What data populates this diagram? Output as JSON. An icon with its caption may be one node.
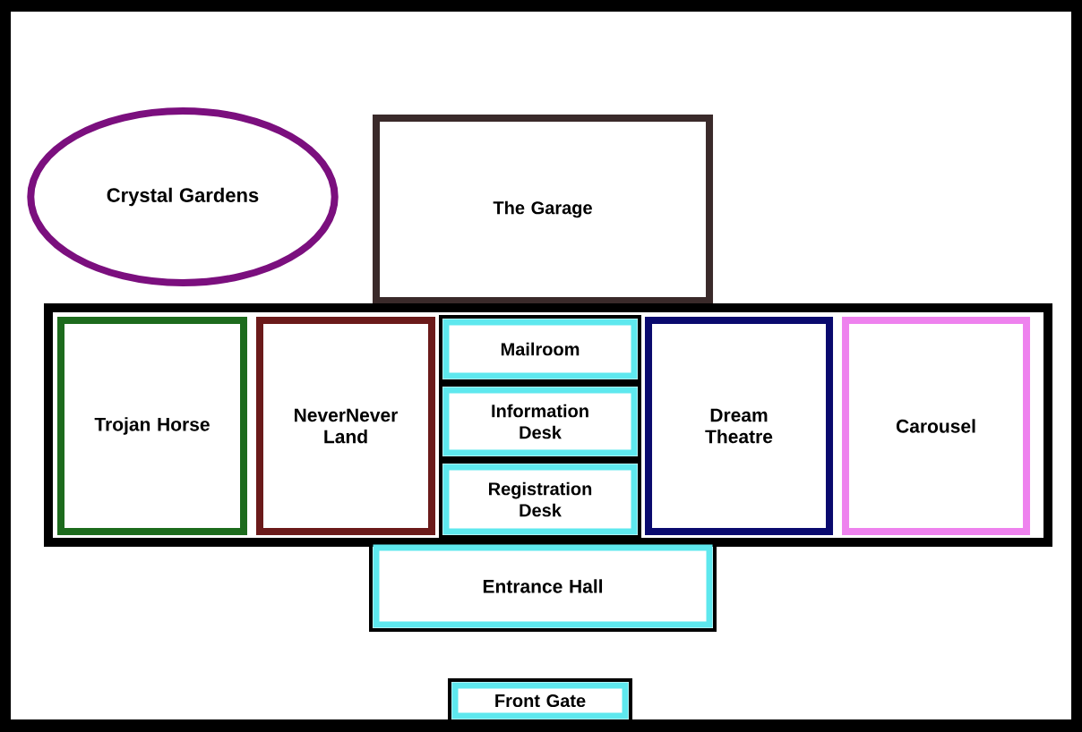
{
  "diagram": {
    "nodes": [
      {
        "text": [
          "Crystal Gardens"
        ]
      },
      {
        "text": [
          "The Garage"
        ]
      },
      {
        "text": [],
        "shape": "box"
      },
      {
        "text": [
          "Trojan Horse"
        ],
        "in": 2
      },
      {
        "text": [
          "NeverNever Land"
        ],
        "in": 2
      },
      {
        "text": [
          "Mailroom"
        ],
        "in": 2
      },
      {
        "text": [
          "Information Desk"
        ],
        "in": 2
      },
      {
        "text": [
          "Registration Desk"
        ],
        "in": 2
      },
      {
        "text": [
          "Dream Theatre"
        ],
        "in": 2
      },
      {
        "text": [
          "Carousel"
        ],
        "in": 2
      },
      {
        "text": [
          "Entrance Hall"
        ]
      },
      {
        "text": [
          "Front Gate"
        ]
      }
    ]
  }
}
